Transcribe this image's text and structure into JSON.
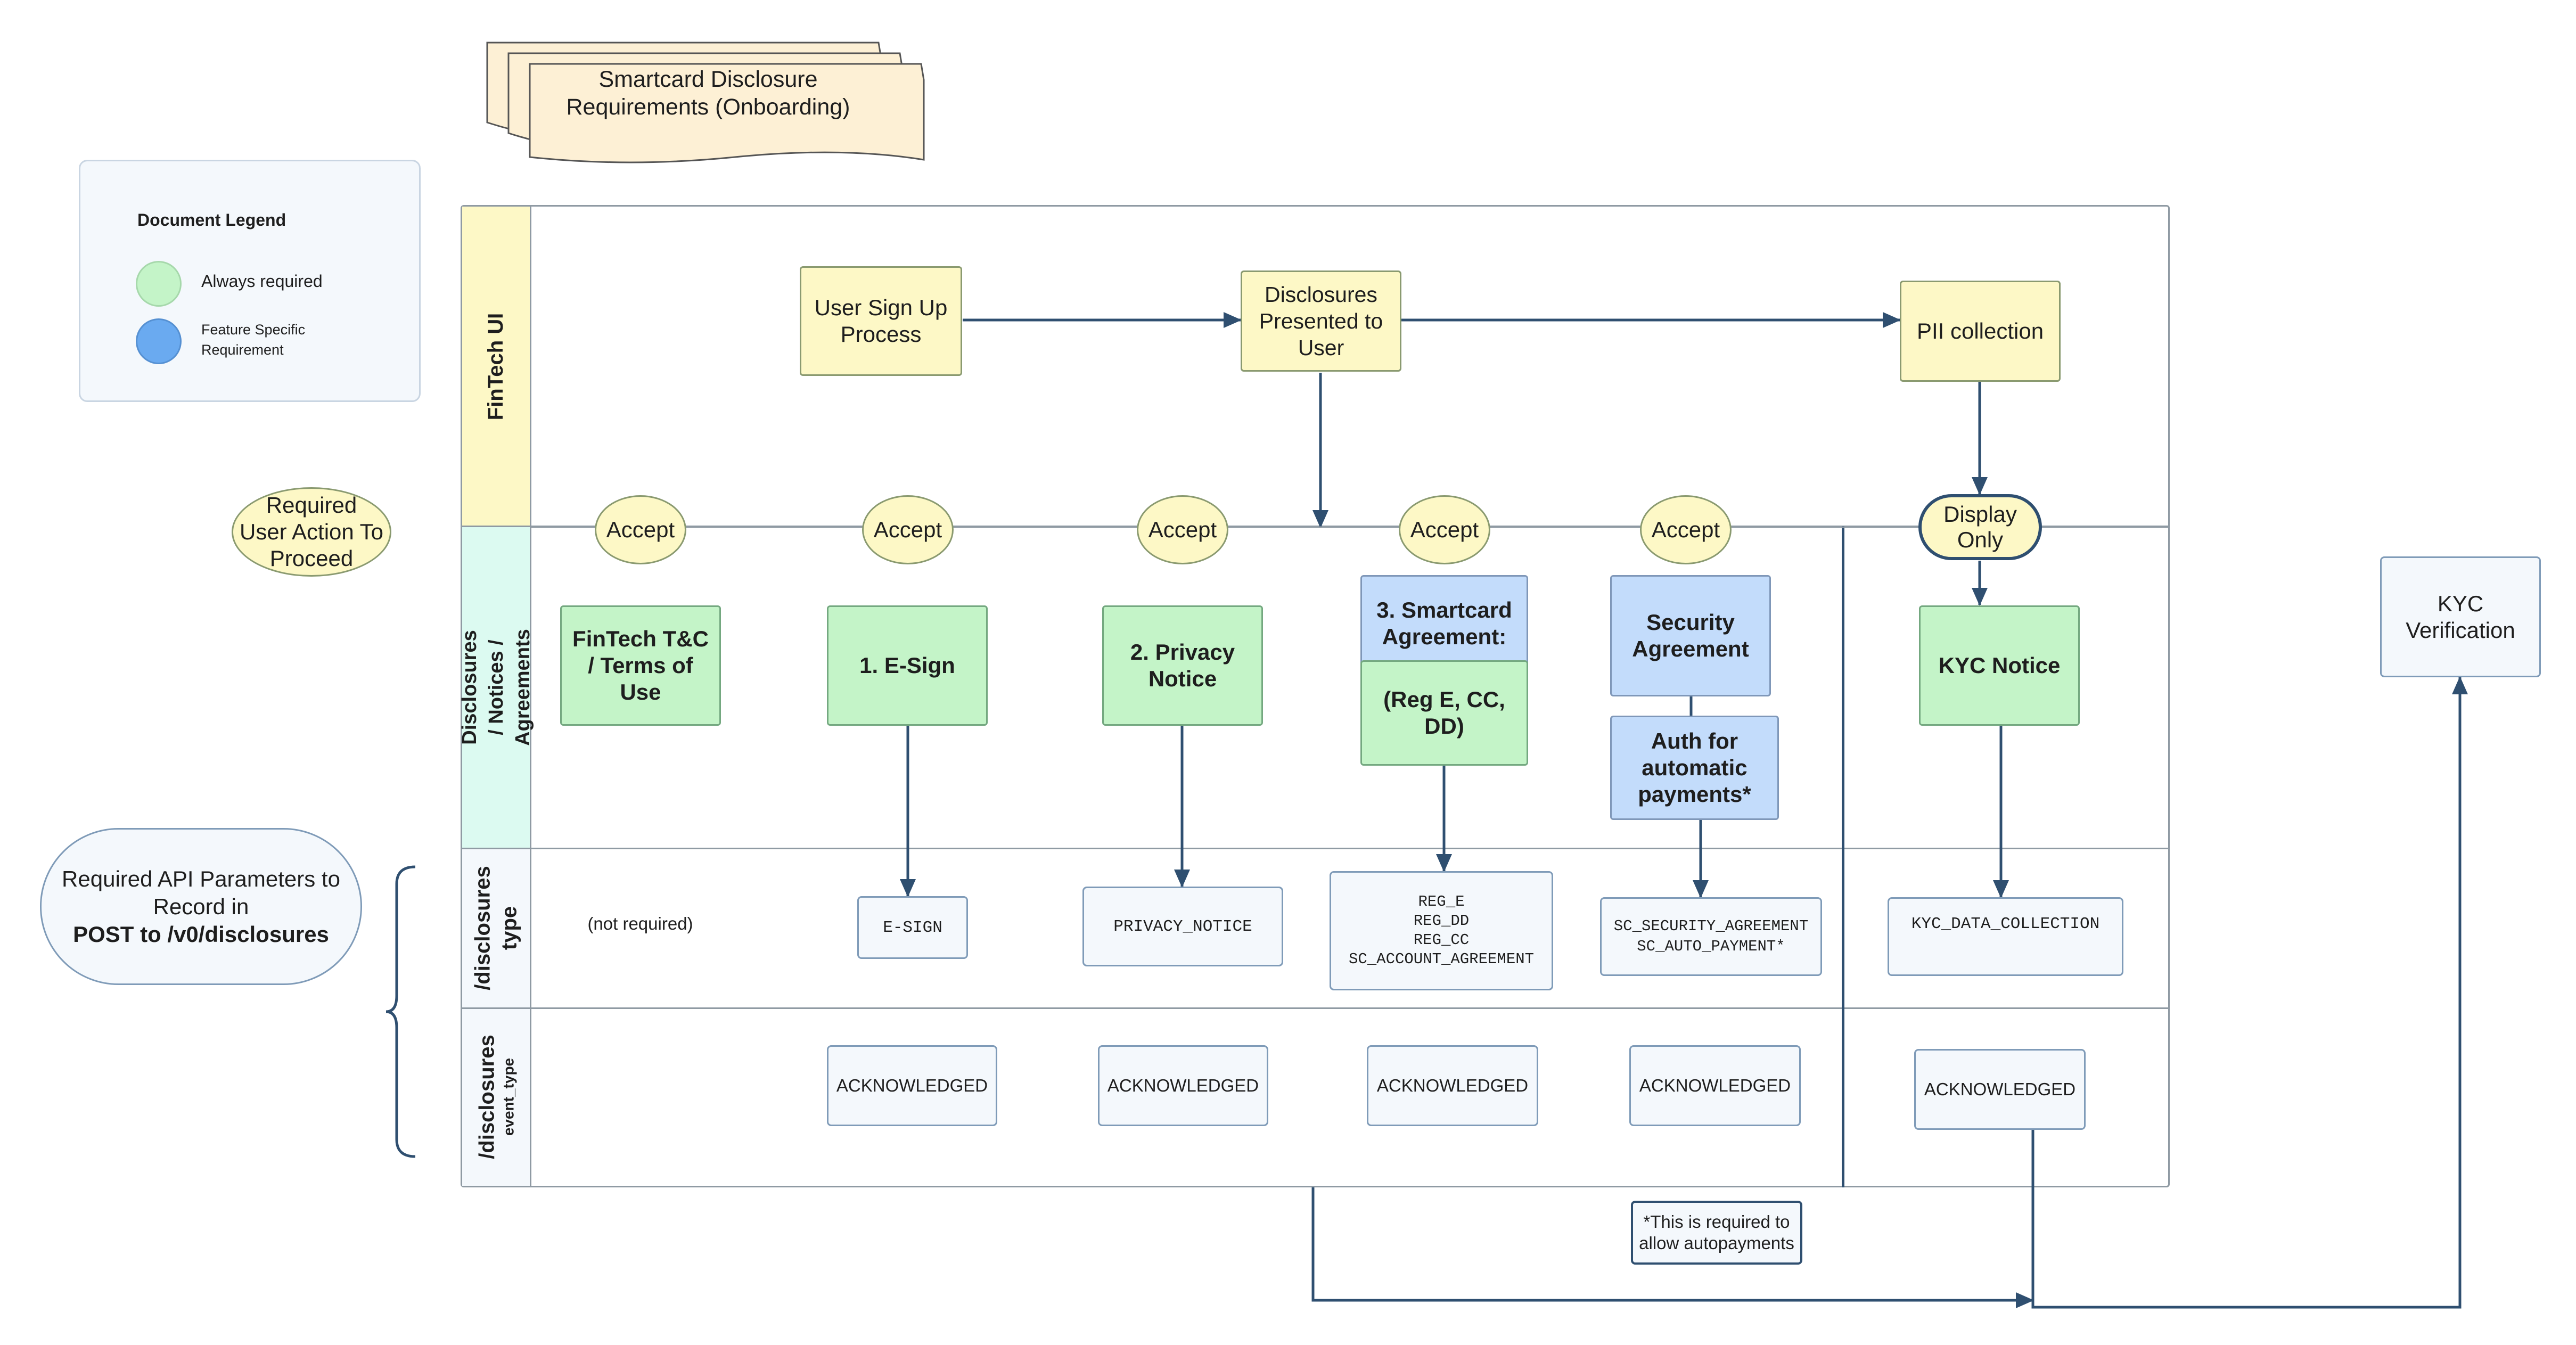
{
  "title": "Smartcard Disclosure\nRequirements (Onboarding)",
  "legend": {
    "heading": "Document Legend",
    "always": "Always required",
    "feature": "Feature Specific\nRequirement",
    "always_color": "#c4f4c8",
    "feature_color": "#6aaaf0"
  },
  "side_labels": {
    "required_action": "Required\nUser Action To\nProceed",
    "api_params_1": "Required API Parameters to\nRecord in",
    "api_params_2": "POST to /v0/disclosures"
  },
  "lanes": {
    "fintech_ui": "FinTech UI",
    "disclosures": "Disclosures / Notices /\nAgreements",
    "type": "/disclosures\ntype",
    "event_main": "/disclosures",
    "event_sub": "event_type"
  },
  "flow": {
    "signup": "User Sign Up\nProcess",
    "presented": "Disclosures\nPresented to\nUser",
    "pii": "PII collection"
  },
  "actions": {
    "accept": "Accept",
    "display_only": "Display\nOnly"
  },
  "documents": {
    "fintech_tc": "FinTech T&C\n/ Terms of\nUse",
    "esign": "1. E-Sign",
    "privacy": "2. Privacy\nNotice",
    "smartcard_top": "3. Smartcard\nAgreement:",
    "smartcard_bottom": "(Reg E, CC,\nDD)",
    "security": "Security\nAgreement",
    "auth": "Auth for\nautomatic\npayments*",
    "kyc_notice": "KYC Notice"
  },
  "types": {
    "not_required": "(not required)",
    "esign": "E-SIGN",
    "privacy": "PRIVACY_NOTICE",
    "smartcard": "REG_E\nREG_DD\nREG_CC\nSC_ACCOUNT_AGREEMENT",
    "security": "SC_SECURITY_AGREEMENT\nSC_AUTO_PAYMENT*",
    "kyc": "KYC_DATA_COLLECTION"
  },
  "events": {
    "ack": "ACKNOWLEDGED"
  },
  "footnote": "*This is required to\nallow autopayments",
  "kyc_verification": "KYC\nVerification",
  "colors": {
    "arrow": "#2f4f70",
    "lane_yellow": "#fdf8c6",
    "lane_cyan": "#dcfaf1",
    "lane_light": "#f4f8fc"
  }
}
